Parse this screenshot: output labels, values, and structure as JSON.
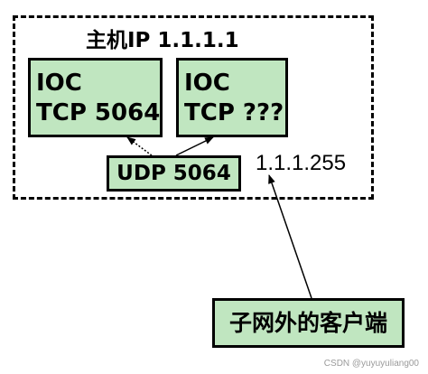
{
  "host": {
    "title": "主机IP 1.1.1.1"
  },
  "ioc_left": {
    "line1": "IOC",
    "line2": "TCP 5064"
  },
  "ioc_right": {
    "line1": "IOC",
    "line2": "TCP ???"
  },
  "udp": {
    "label": "UDP 5064"
  },
  "broadcast": {
    "label": "1.1.1.255"
  },
  "client": {
    "label": "子网外的客户端"
  },
  "watermark": "CSDN @yuyuyuliang00",
  "colors": {
    "box_fill": "#c0e6c0",
    "stroke": "#000000",
    "watermark": "#9a9a9a"
  }
}
